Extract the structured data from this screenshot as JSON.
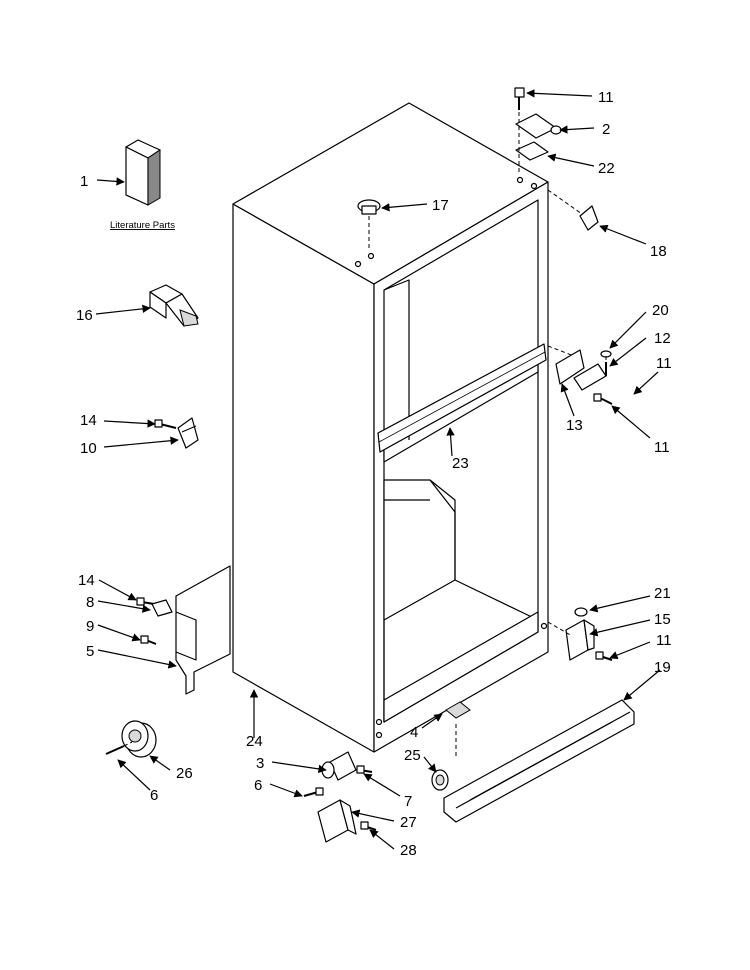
{
  "literature_caption": "Literature Parts",
  "callouts": [
    {
      "id": "c1",
      "label": "1"
    },
    {
      "id": "c2",
      "label": "2"
    },
    {
      "id": "c3",
      "label": "3"
    },
    {
      "id": "c4",
      "label": "4"
    },
    {
      "id": "c5",
      "label": "5"
    },
    {
      "id": "c6a",
      "label": "6"
    },
    {
      "id": "c6b",
      "label": "6"
    },
    {
      "id": "c7",
      "label": "7"
    },
    {
      "id": "c8",
      "label": "8"
    },
    {
      "id": "c9",
      "label": "9"
    },
    {
      "id": "c10",
      "label": "10"
    },
    {
      "id": "c11a",
      "label": "11"
    },
    {
      "id": "c11b",
      "label": "11"
    },
    {
      "id": "c11c",
      "label": "11"
    },
    {
      "id": "c11d",
      "label": "11"
    },
    {
      "id": "c12",
      "label": "12"
    },
    {
      "id": "c13",
      "label": "13"
    },
    {
      "id": "c14a",
      "label": "14"
    },
    {
      "id": "c14b",
      "label": "14"
    },
    {
      "id": "c15",
      "label": "15"
    },
    {
      "id": "c16",
      "label": "16"
    },
    {
      "id": "c17",
      "label": "17"
    },
    {
      "id": "c18",
      "label": "18"
    },
    {
      "id": "c19",
      "label": "19"
    },
    {
      "id": "c20",
      "label": "20"
    },
    {
      "id": "c21",
      "label": "21"
    },
    {
      "id": "c22",
      "label": "22"
    },
    {
      "id": "c23",
      "label": "23"
    },
    {
      "id": "c24",
      "label": "24"
    },
    {
      "id": "c25",
      "label": "25"
    },
    {
      "id": "c26",
      "label": "26"
    },
    {
      "id": "c27",
      "label": "27"
    },
    {
      "id": "c28",
      "label": "28"
    }
  ]
}
